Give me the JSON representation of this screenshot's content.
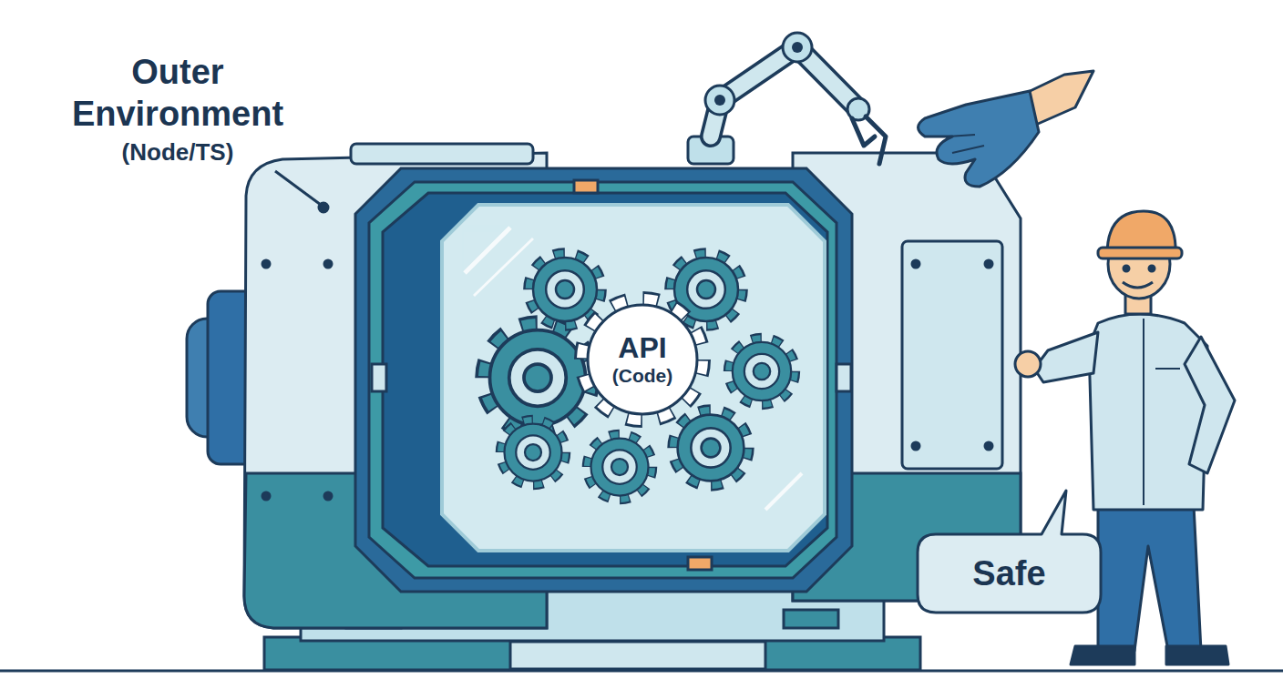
{
  "diagram": {
    "nodes": [
      {
        "text": [
          "Outer Environment",
          "(Node/TS)"
        ]
      },
      {
        "text": [
          "API",
          "(Code)"
        ],
        "in": 0
      },
      {
        "text": [
          "Safe"
        ]
      }
    ]
  }
}
